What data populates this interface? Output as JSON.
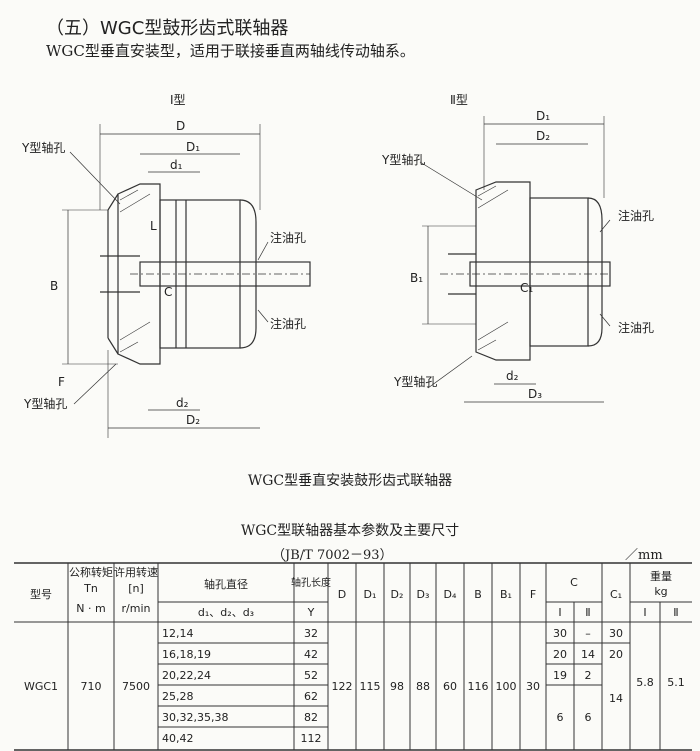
{
  "header": {
    "title": "（五）WGC型鼓形齿式联轴器",
    "subtitle": "WGC型垂直安装型，适用于联接垂直两轴线传动轴系。"
  },
  "figure": {
    "type1_label": "Ⅰ型",
    "type2_label": "Ⅱ型",
    "caption": "WGC型垂直安装鼓形齿式联轴器",
    "labels": {
      "y_hole": "Y型轴孔",
      "oil_hole": "注油孔",
      "D": "D",
      "D1": "D₁",
      "D2": "D₂",
      "D3": "D₃",
      "d1": "d₁",
      "d2": "d₂",
      "B": "B",
      "B1": "B₁",
      "F": "F",
      "L": "L",
      "C": "C",
      "C1": "C₁"
    }
  },
  "table": {
    "title": "WGC型联轴器基本参数及主要尺寸",
    "standard": "（JB/T  7002－93）",
    "unit": "／mm",
    "headers": {
      "model": "型号",
      "torque": "公称转矩",
      "torque_sym": "Tn",
      "torque_unit": "N · m",
      "speed": "许用转速",
      "speed_sym": "[n]",
      "speed_unit": "r/min",
      "bore": "轴孔直径",
      "bore_sub": "d₁、d₂、d₃",
      "length": "轴孔长度",
      "length_sub": "Y",
      "D": "D",
      "D1": "D₁",
      "D2": "D₂",
      "D3": "D₃",
      "D4": "D₄",
      "B": "B",
      "B1": "B₁",
      "F": "F",
      "C": "C",
      "C_I": "Ⅰ",
      "C_II": "Ⅱ",
      "C1": "C₁",
      "weight": "重量",
      "weight_unit": "kg",
      "W_I": "Ⅰ",
      "W_II": "Ⅱ"
    },
    "model": "WGC1",
    "torque": "710",
    "speed": "7500",
    "bores": [
      "12,14",
      "16,18,19",
      "20,22,24",
      "25,28",
      "30,32,35,38",
      "40,42"
    ],
    "lengths": [
      "32",
      "42",
      "52",
      "62",
      "82",
      "112"
    ],
    "D": "122",
    "D1": "115",
    "D2": "98",
    "D3": "88",
    "D4": "60",
    "B": "116",
    "B1": "100",
    "F": "30",
    "C_I": [
      "30",
      "20",
      "19",
      "6"
    ],
    "C_II": [
      "–",
      "14",
      "2",
      "6"
    ],
    "C1": [
      "30",
      "20",
      "14"
    ],
    "W_I": "5.8",
    "W_II": "5.1"
  }
}
